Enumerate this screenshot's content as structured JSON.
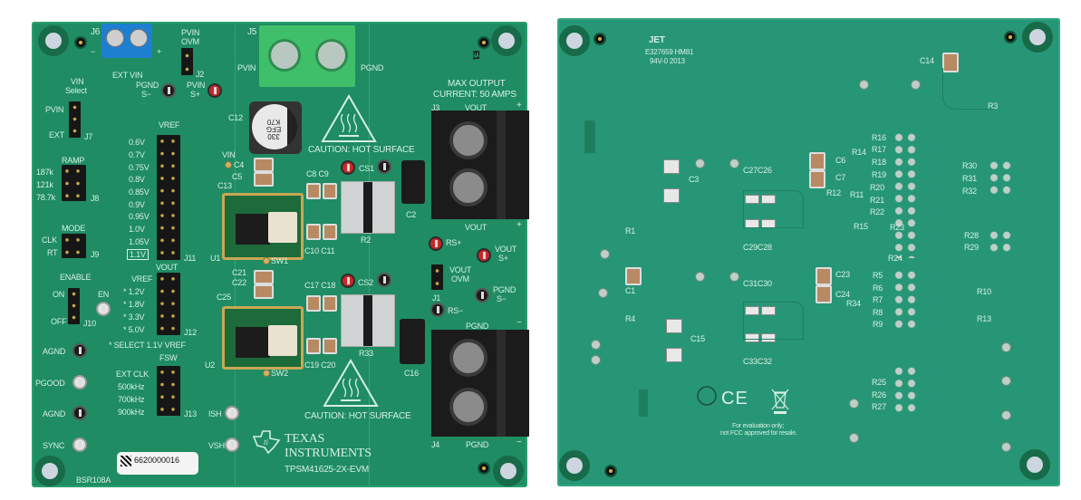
{
  "colors": {
    "front_board": "#1f8c63",
    "back_board": "#279676",
    "silkscreen": "#d6f0e3",
    "ext_vin_terminal": "#1e7fd0",
    "pvin_terminal": "#3fbf6a",
    "sense_positive": "#c62828"
  },
  "front": {
    "j6": "J6",
    "ext_vin": "EXT VIN",
    "minus": "−",
    "plus": "+",
    "pvin_ovm_1": "PVIN",
    "pvin_ovm_2": "OVM",
    "j2": "J2",
    "pgnd_s_1": "PGND",
    "pgnd_s_2": "S−",
    "pvin_s_1": "PVIN",
    "pvin_s_2": "S+",
    "vin_select_1": "VIN",
    "vin_select_2": "Select",
    "pvin": "PVIN",
    "ext": "EXT",
    "j7": "J7",
    "j5": "J5",
    "pvin_j5": "PVIN",
    "pgnd_j5": "PGND",
    "ref_e1": "E1",
    "c12": "C12",
    "c12_marking": "330 EFG K70",
    "caution_1": "CAUTION: HOT SURFACE",
    "caution_2": "CAUTION: HOT SURFACE",
    "max_output_1": "MAX OUTPUT",
    "max_output_2": "CURRENT: 50 AMPS",
    "j3": "J3",
    "vout_top": "VOUT",
    "vout_bottom": "VOUT",
    "vref": "VREF",
    "vref_options": [
      "0.6V",
      "0.7V",
      "0.75V",
      "0.8V",
      "0.85V",
      "0.9V",
      "0.95V",
      "1.0V",
      "1.05V",
      "1.1V"
    ],
    "j11": "J11",
    "ramp": "RAMP",
    "ramp_options": [
      "187k",
      "121k",
      "78.7k"
    ],
    "j8": "J8",
    "mode": "MODE",
    "clk": "CLK",
    "rt": "RT",
    "j9": "J9",
    "vin": "VIN",
    "c4": "C4",
    "c5": "C5",
    "c13": "C13",
    "c8c9": "C8  C9",
    "cs1": "CS1",
    "c2": "C2",
    "u1": "U1",
    "sw1": "SW1",
    "c10c11": "C10 C11",
    "r2": "R2",
    "rs_plus": "RS+",
    "vout_s_1": "VOUT",
    "vout_s_2": "S+",
    "c21": "C21",
    "c22": "C22",
    "c25": "C25",
    "c17c18": "C17 C18",
    "cs2": "CS2",
    "j1": "J1",
    "vout_ovm_1": "VOUT",
    "vout_ovm_2": "OVM",
    "pgnd_s2_1": "PGND",
    "pgnd_s2_2": "S−",
    "rs_minus": "RS−",
    "u2": "U2",
    "sw2": "SW2",
    "c19c20": "C19 C20",
    "r33": "R33",
    "c16": "C16",
    "pgnd_top": "PGND",
    "pgnd_bottom": "PGND",
    "j4": "J4",
    "enable": "ENABLE",
    "on": "ON",
    "off": "OFF",
    "en": "EN",
    "j10": "J10",
    "vout_hdr": "VOUT",
    "vout_options": [
      "VREF",
      "* 1.2V",
      "* 1.8V",
      "* 3.3V",
      "* 5.0V"
    ],
    "j12": "J12",
    "select_note": "* SELECT 1.1V VREF",
    "agnd_1": "AGND",
    "pgood": "PGOOD",
    "agnd_2": "AGND",
    "sync": "SYNC",
    "fsw": "FSW",
    "fsw_options": [
      "EXT CLK",
      "500kHz",
      "700kHz",
      "900kHz"
    ],
    "j13": "J13",
    "ish": "ISH",
    "vsh": "VSH",
    "logo_1": "TEXAS",
    "logo_2": "INSTRUMENTS",
    "board_name": "TPSM41625-2X-EVM",
    "barcode": "6620000016",
    "pcb_rev": "BSR108A"
  },
  "back": {
    "jet": "JET",
    "ul_code": "E327659 HM81",
    "rating": "94V-0 2013",
    "refs": {
      "c14": "C14",
      "r3": "R3",
      "r16": "R16",
      "r17": "R17",
      "r18": "R18",
      "r19": "R19",
      "r20": "R20",
      "r21": "R21",
      "r22": "R22",
      "r14": "R14",
      "c6": "C6",
      "c7": "C7",
      "r12": "R12",
      "r11": "R11",
      "r15": "R15",
      "r23": "R23",
      "r24": "R24",
      "r30": "R30",
      "r31": "R31",
      "r32": "R32",
      "r28": "R28",
      "r29": "R29",
      "c3": "C3",
      "c27c26": "C27C26",
      "c29c28": "C29C28",
      "r1": "R1",
      "c1": "C1",
      "r4": "R4",
      "c15": "C15",
      "c31c30": "C31C30",
      "c33c32": "C33C32",
      "c23": "C23",
      "c24": "C24",
      "r34": "R34",
      "r5": "R5",
      "r6": "R6",
      "r7": "R7",
      "r8": "R8",
      "r9": "R9",
      "r10": "R10",
      "r13": "R13",
      "r25": "R25",
      "r26": "R26",
      "r27": "R27"
    },
    "ce_mark": "CE",
    "disclaimer_1": "For evaluation only;",
    "disclaimer_2": "not FCC approved for resale."
  }
}
